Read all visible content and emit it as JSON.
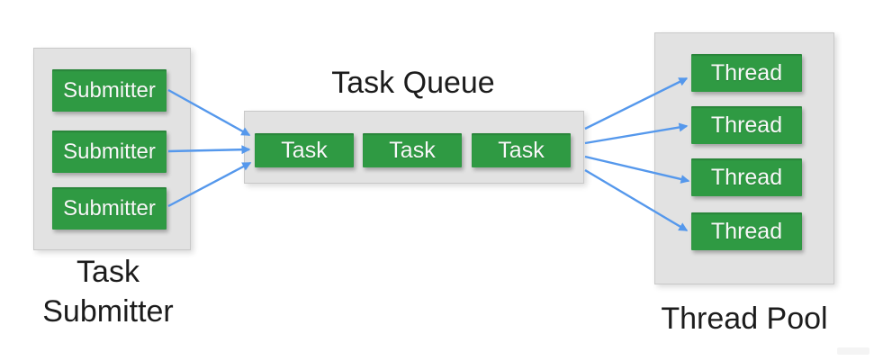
{
  "diagram": {
    "submitter_group": {
      "label_lines": [
        "Task",
        "Submitter"
      ],
      "nodes": [
        "Submitter",
        "Submitter",
        "Submitter"
      ]
    },
    "queue_group": {
      "title": "Task Queue",
      "nodes": [
        "Task",
        "Task",
        "Task"
      ]
    },
    "thread_pool_group": {
      "label": "Thread Pool",
      "nodes": [
        "Thread",
        "Thread",
        "Thread",
        "Thread"
      ]
    },
    "edges": [
      {
        "from": "submitter-1",
        "to": "task-queue"
      },
      {
        "from": "submitter-2",
        "to": "task-queue"
      },
      {
        "from": "submitter-3",
        "to": "task-queue"
      },
      {
        "from": "task-queue",
        "to": "thread-1"
      },
      {
        "from": "task-queue",
        "to": "thread-2"
      },
      {
        "from": "task-queue",
        "to": "thread-3"
      },
      {
        "from": "task-queue",
        "to": "thread-4"
      }
    ],
    "colors": {
      "node_green": "#2f9a43",
      "panel_gray": "#e2e2e2",
      "panel_border": "#c8c8c8",
      "arrow_blue": "#5598ec",
      "text_dark": "#1c1c1c",
      "node_text": "#f8f8f8"
    }
  }
}
